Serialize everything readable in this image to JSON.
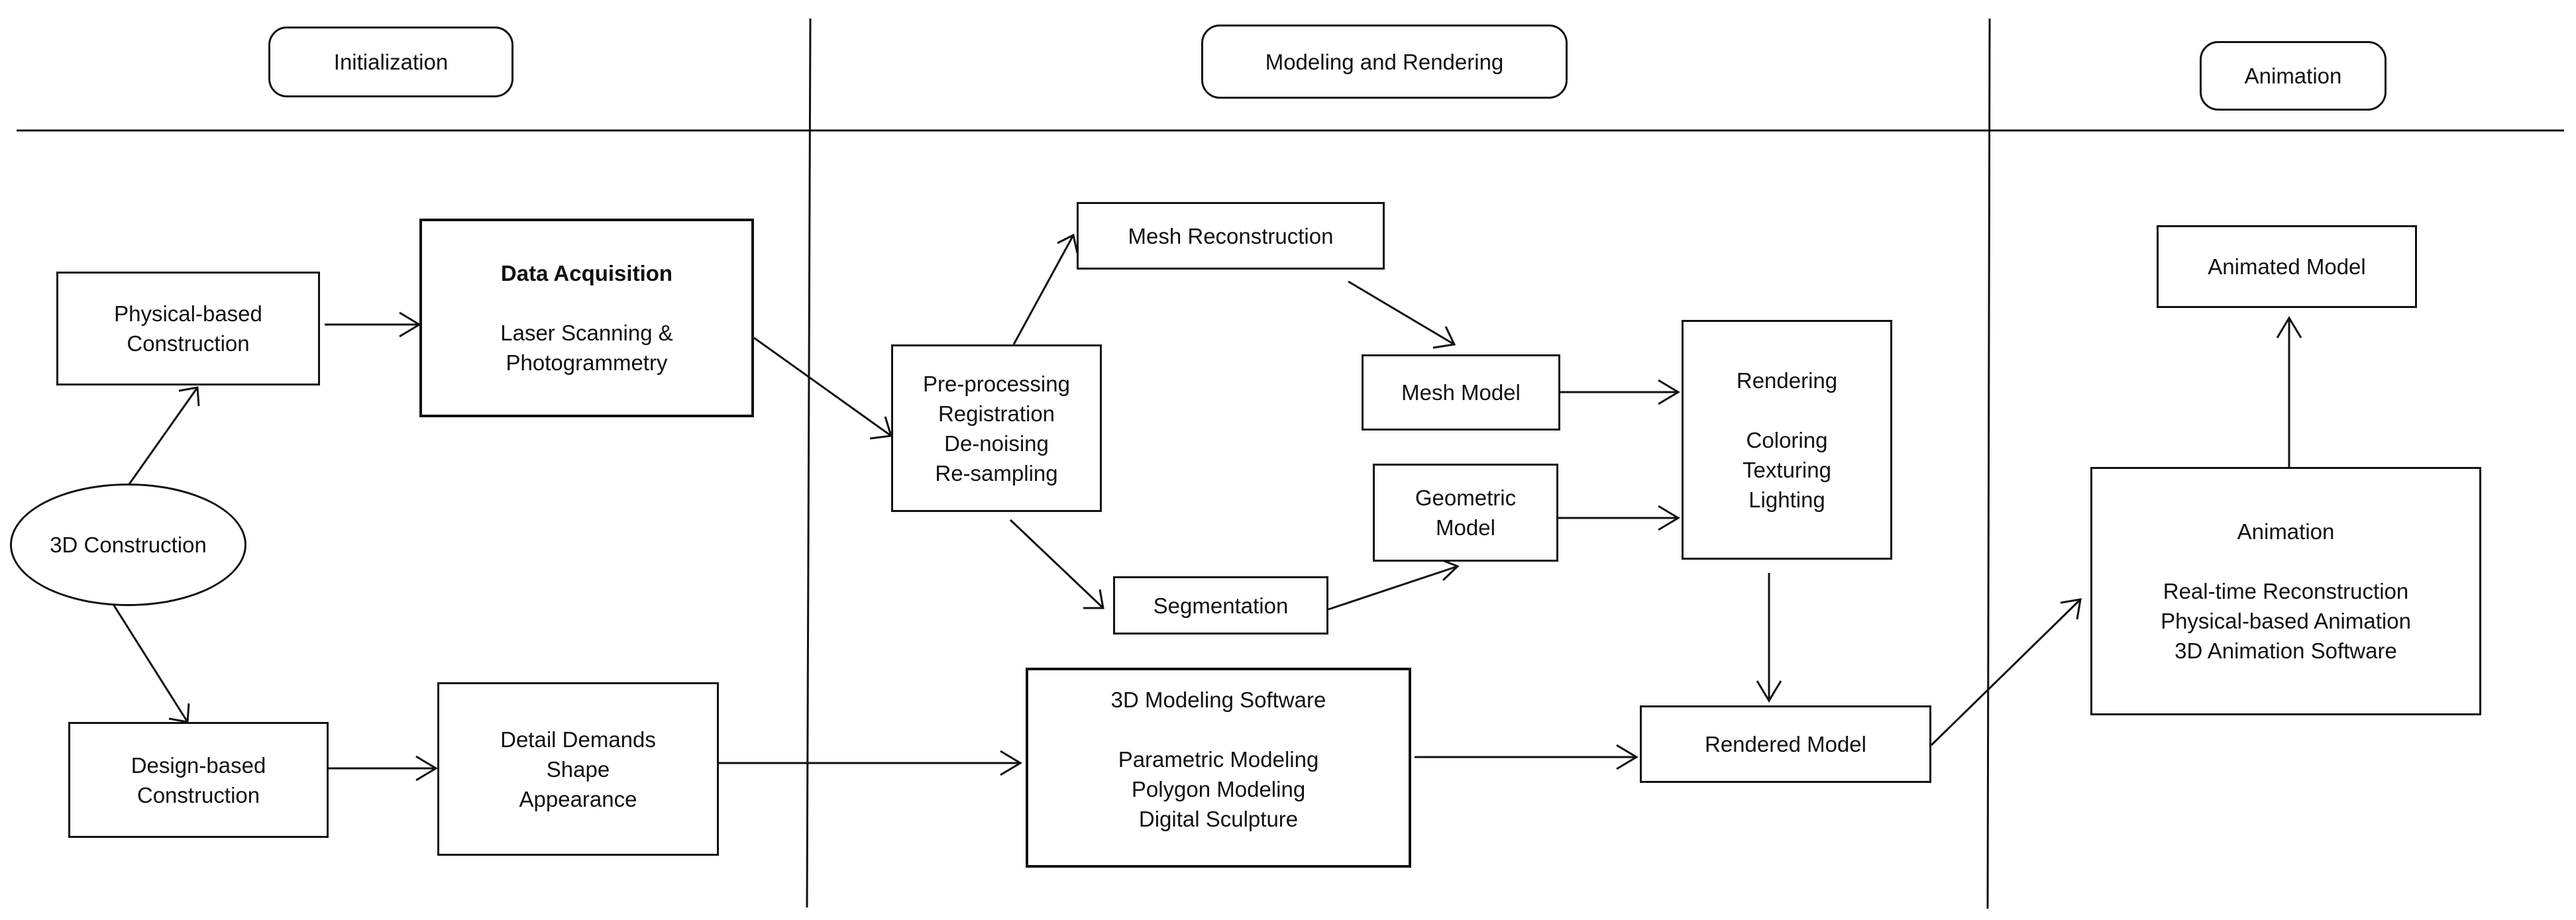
{
  "phases": {
    "initialization": "Initialization",
    "modeling_rendering": "Modeling and Rendering",
    "animation": "Animation"
  },
  "nodes": {
    "construction_3d": "3D Construction",
    "physical_based": {
      "line1": "Physical-based",
      "line2": "Construction"
    },
    "design_based": {
      "line1": "Design-based",
      "line2": "Construction"
    },
    "data_acquisition": {
      "title": "Data Acquisition",
      "line1": "Laser Scanning &",
      "line2": "Photogrammetry"
    },
    "detail_demands": {
      "line1": "Detail Demands",
      "line2": "Shape",
      "line3": "Appearance"
    },
    "preprocessing": {
      "line1": "Pre-processing",
      "line2": "Registration",
      "line3": "De-noising",
      "line4": "Re-sampling"
    },
    "mesh_reconstruction": "Mesh Reconstruction",
    "segmentation": "Segmentation",
    "mesh_model": "Mesh Model",
    "geometric_model": {
      "line1": "Geometric",
      "line2": "Model"
    },
    "rendering": {
      "title": "Rendering",
      "line1": "Coloring",
      "line2": "Texturing",
      "line3": "Lighting"
    },
    "modeling_software": {
      "title": "3D Modeling Software",
      "line1": "Parametric Modeling",
      "line2": "Polygon Modeling",
      "line3": "Digital Sculpture"
    },
    "rendered_model": "Rendered Model",
    "animation": {
      "title": "Animation",
      "line1": "Real-time Reconstruction",
      "line2": "Physical-based Animation",
      "line3": "3D Animation Software"
    },
    "animated_model": "Animated Model"
  }
}
